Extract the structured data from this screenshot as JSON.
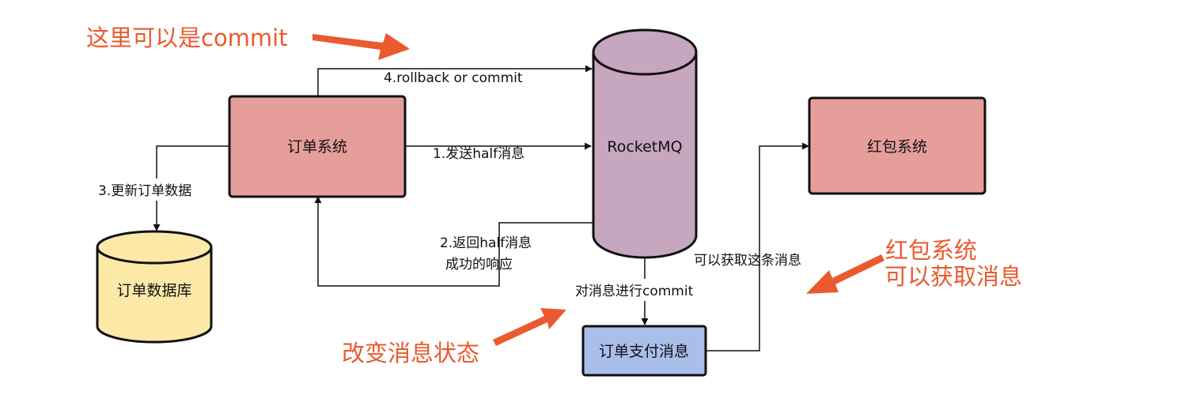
{
  "colors": {
    "system_box": "#e59e9a",
    "database": "#fce9a8",
    "queue": "#c7a6c0",
    "message_box": "#a9bfe9",
    "annotation": "#ea5a2f",
    "stroke": "#111111"
  },
  "nodes": {
    "order_system": "订单系统",
    "order_db": "订单数据库",
    "rocketmq": "RocketMQ",
    "redpacket_system": "红包系统",
    "payment_message": "订单支付消息"
  },
  "edges": {
    "send_half": "1.发送half消息",
    "return_half_line1": "2.返回half消息",
    "return_half_line2": "成功的响应",
    "update_order": "3.更新订单数据",
    "rollback_commit": "4.rollback or commit",
    "commit_message": "对消息进行commit",
    "fetch_message": "可以获取这条消息"
  },
  "annotations": {
    "can_commit": "这里可以是commit",
    "change_state": "改变消息状态",
    "redpacket_line1": "红包系统",
    "redpacket_line2": "可以获取消息"
  }
}
